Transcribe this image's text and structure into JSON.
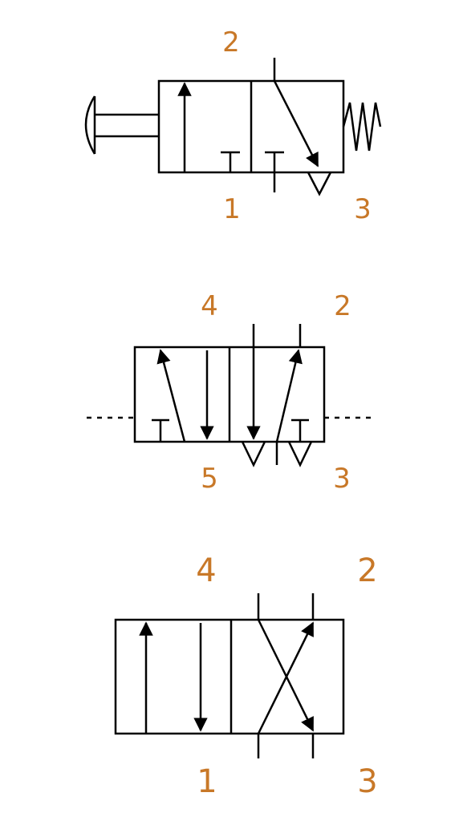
{
  "colors": {
    "line": "#000000",
    "port_label": "#c87828",
    "background": "#ffffff"
  },
  "valves": [
    {
      "id": "valve-3-2",
      "ports": {
        "top": "2",
        "bottom_left": "1",
        "bottom_right": "3"
      },
      "actuators": [
        "push-button-icon",
        "spring-icon"
      ]
    },
    {
      "id": "valve-5-2",
      "ports": {
        "top_left": "4",
        "top_right": "2",
        "bottom_left": "5",
        "bottom_right": "3"
      },
      "actuators": [
        "pilot-line-dashed-left",
        "pilot-line-dashed-right"
      ]
    },
    {
      "id": "valve-4-2",
      "ports": {
        "top_left": "4",
        "top_right": "2",
        "bottom_left": "1",
        "bottom_right": "3"
      },
      "actuators": []
    }
  ]
}
